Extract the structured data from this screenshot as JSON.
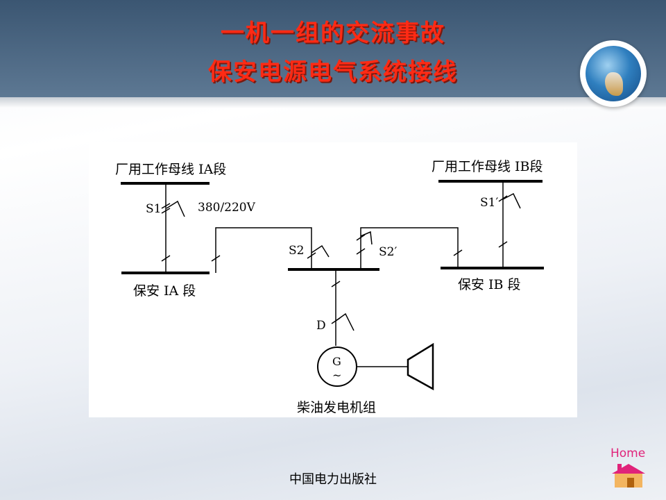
{
  "title": {
    "line1": "一机一组的交流事故",
    "line2": "保安电源电气系统接线"
  },
  "diagram": {
    "bus_ia_work": "厂用工作母线 IA段",
    "bus_ib_work": "厂用工作母线 IB段",
    "bus_ia_safe": "保安 IA 段",
    "bus_ib_safe": "保安 IB 段",
    "s1": "S1",
    "s1p": "S1′",
    "s2": "S2",
    "s2p": "S2′",
    "d": "D",
    "voltage": "380/220V",
    "gen_g": "G",
    "gen_tilde": "~",
    "gen_label": "柴油发电机组"
  },
  "footer": {
    "publisher": "中国电力出版社"
  },
  "home": {
    "label": "Home"
  }
}
